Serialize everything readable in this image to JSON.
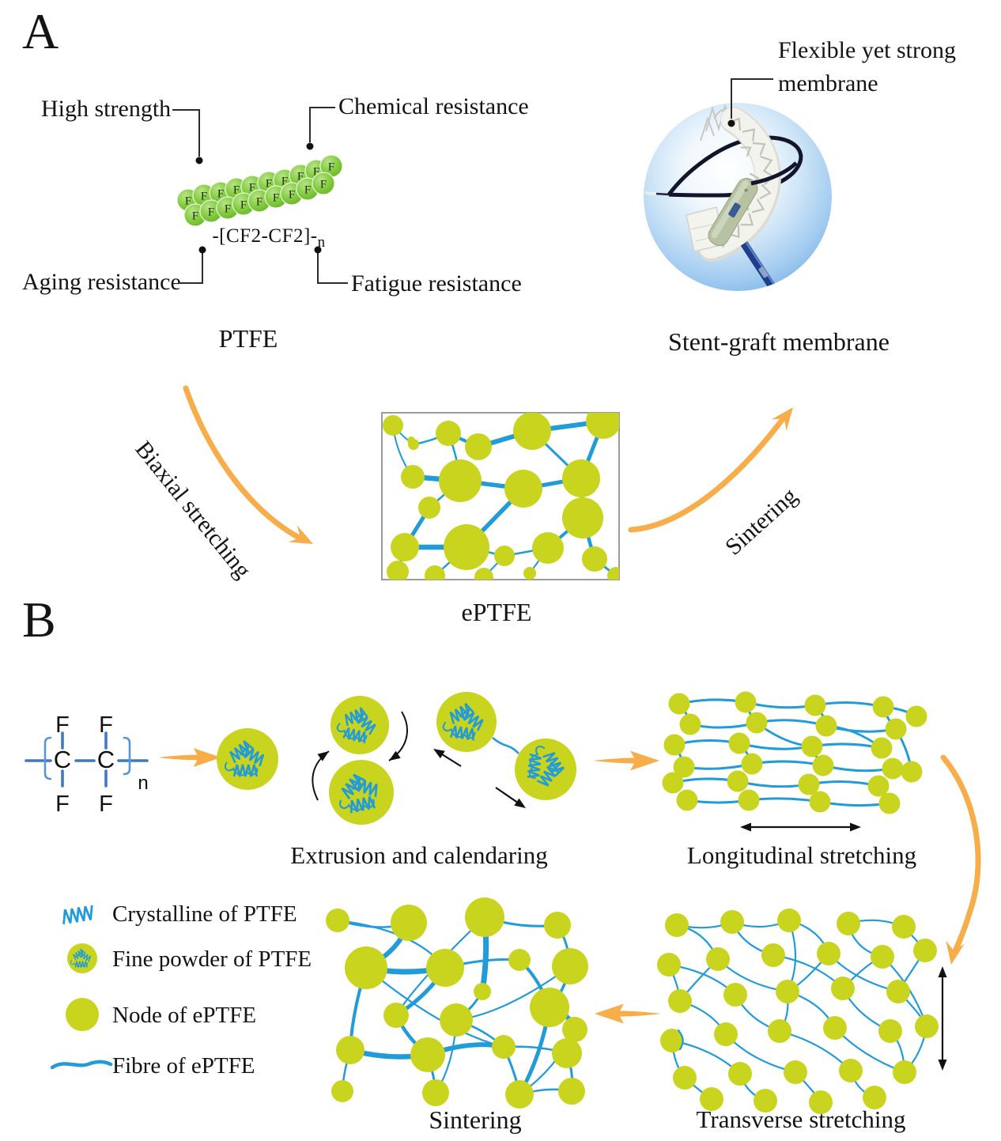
{
  "panel_a": {
    "label": "A",
    "annotations": {
      "high_strength": "High strength",
      "chemical_resistance": "Chemical resistance",
      "aging_resistance": "Aging resistance",
      "fatigue_resistance": "Fatigue resistance"
    },
    "molecule": {
      "atom_label": "F",
      "formula_display": "-[CF2-CF2]-",
      "formula_subscript": "n"
    },
    "ptfe_caption": "PTFE",
    "biaxial_arrow_label": "Biaxial stretching",
    "sintering_arrow_label": "Sintering",
    "eptfe_caption": "ePTFE",
    "stent": {
      "callout_line1": "Flexible yet strong",
      "callout_line2": "membrane",
      "caption": "Stent-graft membrane"
    }
  },
  "panel_b": {
    "label": "B",
    "chem_structure": {
      "carbon": "C",
      "fluorine": "F",
      "subscript": "n"
    },
    "step_captions": {
      "extrusion": "Extrusion and calendaring",
      "longitudinal": "Longitudinal stretching",
      "transverse": "Transverse stretching",
      "sintering": "Sintering"
    },
    "legend": {
      "items": [
        {
          "icon": "crystalline-icon",
          "label": "Crystalline of PTFE"
        },
        {
          "icon": "fine-powder-icon",
          "label": "Fine powder of PTFE"
        },
        {
          "icon": "node-icon",
          "label": "Node of ePTFE"
        },
        {
          "icon": "fibre-icon",
          "label": "Fibre of ePTFE"
        }
      ]
    }
  },
  "colors": {
    "node_yellow": "#c9d41e",
    "fiber_blue": "#219cd8",
    "arrow_orange": "#f6ad4a",
    "molecule_green": "#7cc832",
    "bond_blue": "#3c7bbd"
  }
}
